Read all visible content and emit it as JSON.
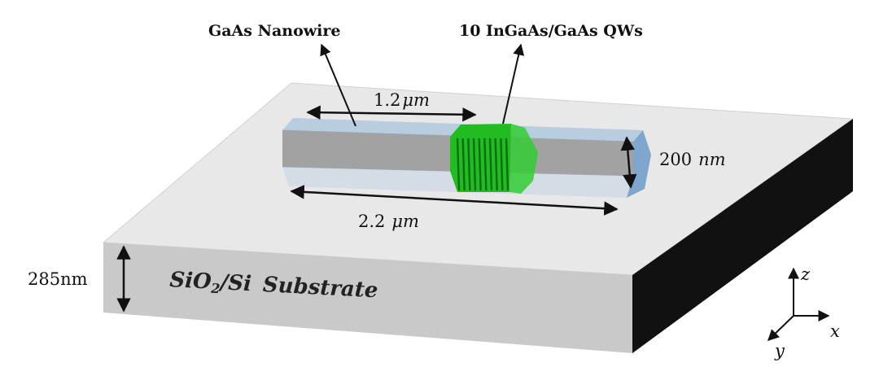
{
  "labels": {
    "nanowire": "GaAs Nanowire",
    "qws": "10 InGaAs/GaAs QWs",
    "segment_length_value": "1.2",
    "segment_length_unit": "μm",
    "total_length_value": "2.2",
    "total_length_unit": "μm",
    "diameter_value": "200",
    "diameter_unit": "nm",
    "thickness": "285nm",
    "substrate_a": "SiO",
    "substrate_sub": "2",
    "substrate_b": "/Si",
    "substrate_c": "Substrate"
  },
  "axes": {
    "z": "z",
    "x": "x",
    "y": "y"
  },
  "quantum_wells": {
    "count": 10
  },
  "colors": {
    "substrate_top": "#e8e8e8",
    "substrate_front": "#c9c9c9",
    "substrate_side": "#111111",
    "nanowire_top": "#b9cde0",
    "nanowire_mid": "#9e9e9e",
    "nanowire_bottom": "#d4dce6",
    "nanowire_end": "#7fa6cc",
    "qw_green": "#22bb22",
    "qw_dark": "#0b6e12"
  }
}
